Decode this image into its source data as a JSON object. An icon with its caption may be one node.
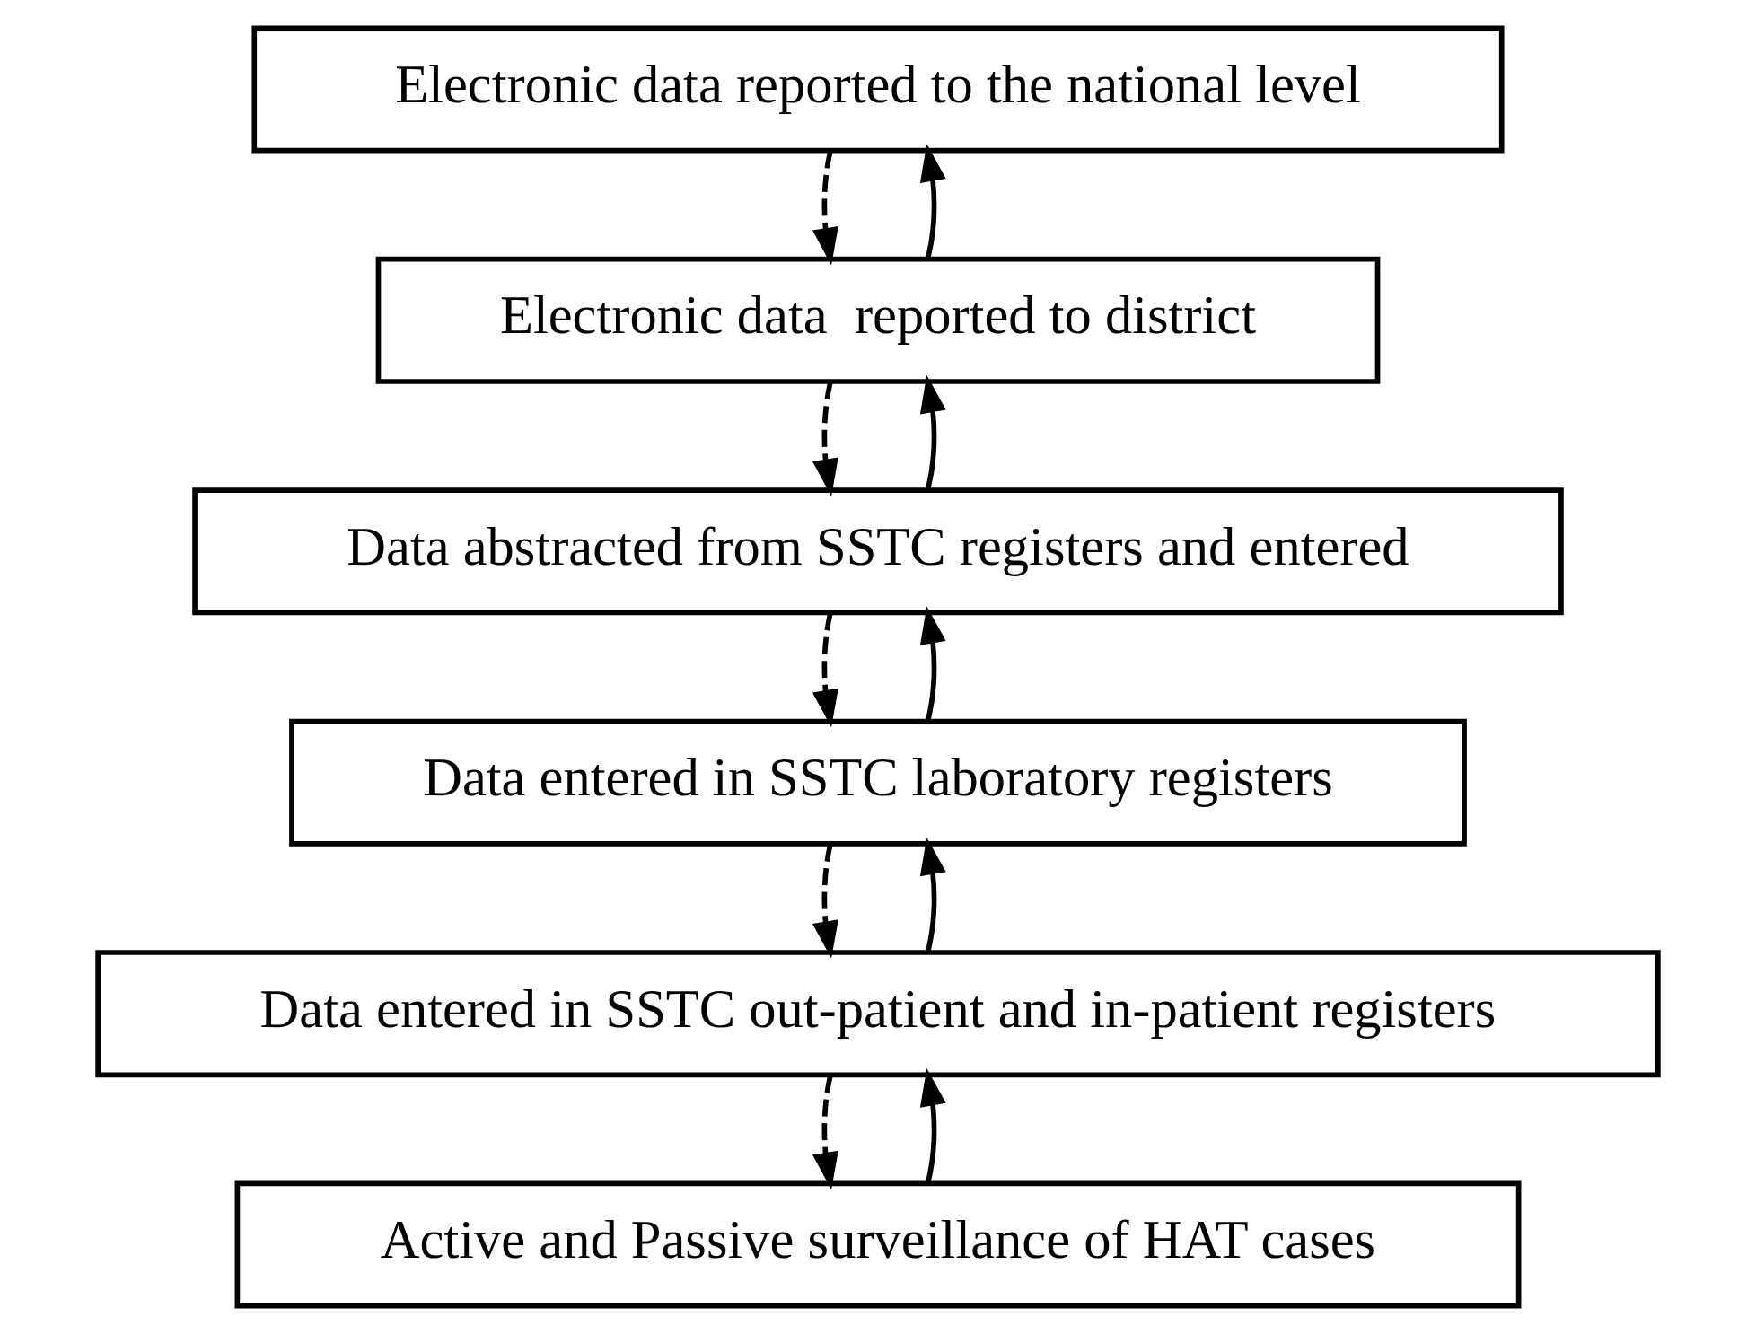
{
  "diagram": {
    "nodes": [
      {
        "text": [
          "Electronic data reported to the national level"
        ]
      },
      {
        "text": [
          "Electronic data  reported to district"
        ]
      },
      {
        "text": [
          "Data abstracted from SSTC registers and entered"
        ]
      },
      {
        "text": [
          "Data entered in SSTC laboratory registers"
        ]
      },
      {
        "text": [
          "Data entered in SSTC out-patient and in-patient registers"
        ]
      },
      {
        "text": [
          "Active and Passive surveillance of HAT cases"
        ]
      }
    ],
    "edges": [
      {
        "from": 1,
        "to": 0,
        "arrow": "to"
      },
      {
        "from": 0,
        "to": 1,
        "arrow": "to",
        "style": "dashed"
      },
      {
        "from": 2,
        "to": 1,
        "arrow": "to"
      },
      {
        "from": 1,
        "to": 2,
        "arrow": "to",
        "style": "dashed"
      },
      {
        "from": 3,
        "to": 2,
        "arrow": "to"
      },
      {
        "from": 2,
        "to": 3,
        "arrow": "to",
        "style": "dashed"
      },
      {
        "from": 4,
        "to": 3,
        "arrow": "to"
      },
      {
        "from": 3,
        "to": 4,
        "arrow": "to",
        "style": "dashed"
      },
      {
        "from": 5,
        "to": 4,
        "arrow": "to"
      },
      {
        "from": 4,
        "to": 5,
        "arrow": "to",
        "style": "dashed"
      }
    ]
  }
}
